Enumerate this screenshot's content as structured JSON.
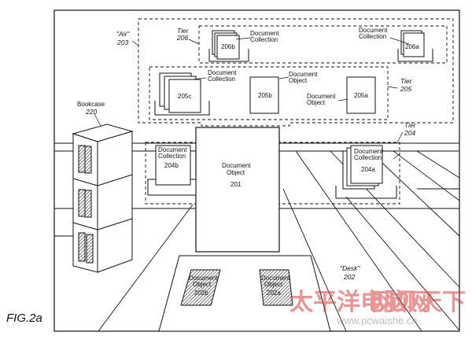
{
  "figure": {
    "caption": "FIG.2a"
  },
  "labels": {
    "air": "\"Air\"",
    "air_num": "203",
    "tier_top": "Tier",
    "tier_top_num": "206",
    "tier_mid": "Tier",
    "tier_mid_num": "205",
    "tier_low": "Tier",
    "tier_low_num": "204",
    "bookcase": "Bookcase",
    "bookcase_num": "220",
    "desk": "\"Desk\"",
    "desk_num": "202",
    "doc": "Document",
    "collection": "Collection",
    "object": "Object"
  },
  "ids": {
    "c206b": "206b",
    "c206a": "206a",
    "c205c": "205c",
    "o205b": "205b",
    "o205a": "205a",
    "c204b": "204b",
    "c204a": "204a",
    "o201": "201",
    "o202b": "202b",
    "o202a": "202a"
  },
  "watermark": {
    "brand": "太平洋电脑网",
    "cn": "网贝天下",
    "url": "www.pcwaishe.cn"
  }
}
